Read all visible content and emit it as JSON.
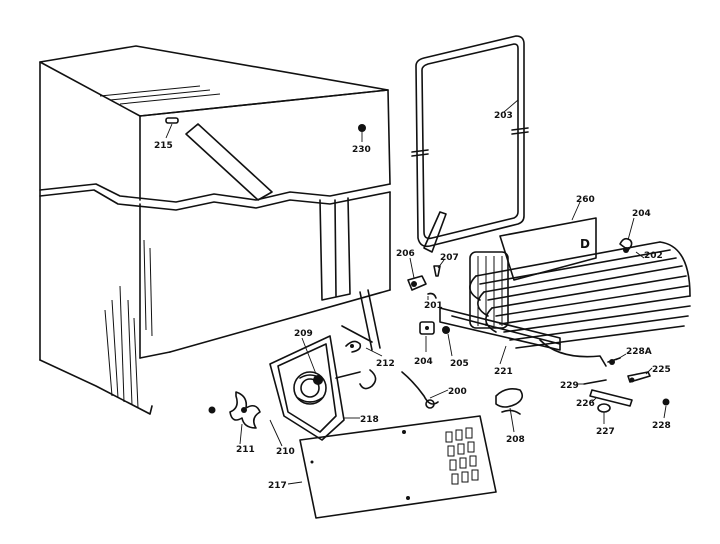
{
  "part_labels": [
    {
      "id": "p215",
      "text": "215"
    },
    {
      "id": "p230",
      "text": "230"
    },
    {
      "id": "p203",
      "text": "203"
    },
    {
      "id": "p260",
      "text": "260"
    },
    {
      "id": "p204a",
      "text": "204"
    },
    {
      "id": "p202",
      "text": "202"
    },
    {
      "id": "p206",
      "text": "206"
    },
    {
      "id": "p207",
      "text": "207"
    },
    {
      "id": "p201",
      "text": "201"
    },
    {
      "id": "p209",
      "text": "209"
    },
    {
      "id": "p212",
      "text": "212"
    },
    {
      "id": "p204b",
      "text": "204"
    },
    {
      "id": "p205",
      "text": "205"
    },
    {
      "id": "p221",
      "text": "221"
    },
    {
      "id": "p200",
      "text": "200"
    },
    {
      "id": "p218",
      "text": "218"
    },
    {
      "id": "p211",
      "text": "211"
    },
    {
      "id": "p210",
      "text": "210"
    },
    {
      "id": "p217",
      "text": "217"
    },
    {
      "id": "p208",
      "text": "208"
    },
    {
      "id": "p228a",
      "text": "228A"
    },
    {
      "id": "p225",
      "text": "225"
    },
    {
      "id": "p229",
      "text": "229"
    },
    {
      "id": "p226",
      "text": "226"
    },
    {
      "id": "p227",
      "text": "227"
    },
    {
      "id": "p228",
      "text": "228"
    }
  ]
}
